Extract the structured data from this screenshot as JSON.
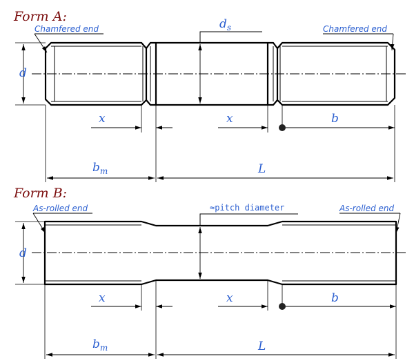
{
  "form_a": {
    "title": "Form A:",
    "left_end_note": "Chamfered end",
    "right_end_note": "Chamfered end",
    "shank_dia_label": "d",
    "shank_dia_sub": "s",
    "dia_label": "d",
    "x_left": "x",
    "x_right": "x",
    "b": "b",
    "bm_label": "b",
    "bm_sub": "m",
    "L": "L"
  },
  "form_b": {
    "title": "Form B:",
    "left_end_note": "As-rolled end",
    "right_end_note": "As-rolled end",
    "pitch_note": "≈pitch diameter",
    "dia_label": "d",
    "x_left": "x",
    "x_right": "x",
    "b": "b",
    "bm_label": "b",
    "bm_sub": "m",
    "L": "L"
  },
  "colors": {
    "title": "#7a0c0c",
    "label": "#2b5fd0",
    "line": "#000000"
  }
}
